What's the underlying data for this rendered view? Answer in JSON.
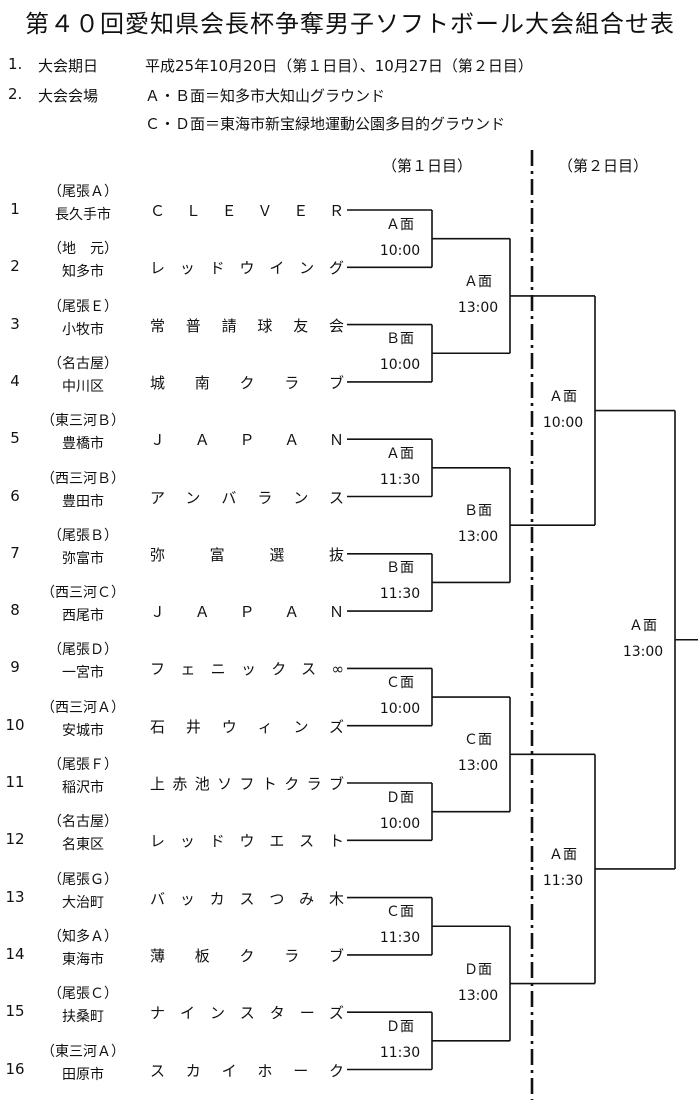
{
  "title": "第４０回愛知県会長杯争奪男子ソフトボール大会組合せ表",
  "info": [
    {
      "no": "1.",
      "label": "大会期日",
      "text": "平成25年10月20日（第１日目）、10月27日（第２日目）"
    },
    {
      "no": "2.",
      "label": "大会会場",
      "text": "Ａ・Ｂ面＝知多市大知山グラウンド"
    },
    {
      "no": "",
      "label": "",
      "text": "Ｃ・Ｄ面＝東海市新宝緑地運動公園多目的グラウンド"
    }
  ],
  "days": {
    "day1": "（第１日目）",
    "day2": "（第２日目）"
  },
  "teams": [
    {
      "num": "1",
      "region": "（尾張Ａ）",
      "city": "長久手市",
      "name": "ＣＬＥＶＥＲ"
    },
    {
      "num": "2",
      "region": "（地　元）",
      "city": "知多市",
      "name": "レッドウイング"
    },
    {
      "num": "3",
      "region": "（尾張Ｅ）",
      "city": "小牧市",
      "name": "常普請球友会"
    },
    {
      "num": "4",
      "region": "（名古屋）",
      "city": "中川区",
      "name": "城南クラブ"
    },
    {
      "num": "5",
      "region": "（東三河Ｂ）",
      "city": "豊橋市",
      "name": "ＪＡＰＡＮ"
    },
    {
      "num": "6",
      "region": "（西三河Ｂ）",
      "city": "豊田市",
      "name": "アンバランス"
    },
    {
      "num": "7",
      "region": "（尾張Ｂ）",
      "city": "弥富市",
      "name": "弥富選抜"
    },
    {
      "num": "8",
      "region": "（西三河Ｃ）",
      "city": "西尾市",
      "name": "ＪＡＰＡＮ"
    },
    {
      "num": "9",
      "region": "（尾張Ｄ）",
      "city": "一宮市",
      "name": "フェニックス∞"
    },
    {
      "num": "10",
      "region": "（西三河Ａ）",
      "city": "安城市",
      "name": "石井ウィンズ"
    },
    {
      "num": "11",
      "region": "（尾張Ｆ）",
      "city": "稲沢市",
      "name": "上赤池ソフトクラブ"
    },
    {
      "num": "12",
      "region": "（名古屋）",
      "city": "名東区",
      "name": "レッドウエスト"
    },
    {
      "num": "13",
      "region": "（尾張Ｇ）",
      "city": "大治町",
      "name": "バッカスつみ木"
    },
    {
      "num": "14",
      "region": "（知多Ａ）",
      "city": "東海市",
      "name": "薄板クラブ"
    },
    {
      "num": "15",
      "region": "（尾張Ｃ）",
      "city": "扶桑町",
      "name": "ナインスターズ"
    },
    {
      "num": "16",
      "region": "（東三河Ａ）",
      "city": "田原市",
      "name": "スカイホーク"
    }
  ],
  "round1": [
    {
      "field": "Ａ面",
      "time": "10:00"
    },
    {
      "field": "Ｂ面",
      "time": "10:00"
    },
    {
      "field": "Ａ面",
      "time": "11:30"
    },
    {
      "field": "Ｂ面",
      "time": "11:30"
    },
    {
      "field": "Ｃ面",
      "time": "10:00"
    },
    {
      "field": "Ｄ面",
      "time": "10:00"
    },
    {
      "field": "Ｃ面",
      "time": "11:30"
    },
    {
      "field": "Ｄ面",
      "time": "11:30"
    }
  ],
  "round2": [
    {
      "field": "Ａ面",
      "time": "13:00"
    },
    {
      "field": "Ｂ面",
      "time": "13:00"
    },
    {
      "field": "Ｃ面",
      "time": "13:00"
    },
    {
      "field": "Ｄ面",
      "time": "13:00"
    }
  ],
  "round3": [
    {
      "field": "Ａ面",
      "time": "10:00"
    },
    {
      "field": "Ａ面",
      "time": "11:30"
    }
  ],
  "final": {
    "field": "Ａ面",
    "time": "13:00"
  }
}
